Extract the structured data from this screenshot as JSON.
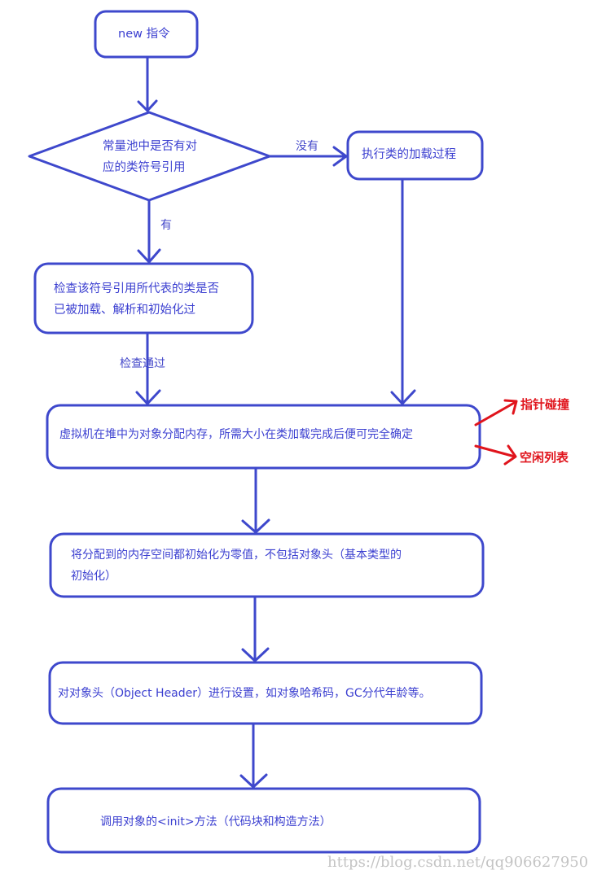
{
  "colors": {
    "stroke": "#3e48cc",
    "text": "#3b3fd0",
    "annotation": "#e0141c",
    "watermark": "#c4c4c4"
  },
  "nodes": {
    "start": {
      "label": "new 指令"
    },
    "decision": {
      "lines": [
        "常量池中是否有对",
        "应的类符号引用"
      ]
    },
    "load_class": {
      "label": "执行类的加载过程"
    },
    "check_loaded": {
      "lines": [
        "检查该符号引用所代表的类是否",
        "已被加载、解析和初始化过"
      ]
    },
    "allocate": {
      "label": "虚拟机在堆中为对象分配内存，所需大小在类加载完成后便可完全确定"
    },
    "zero_init": {
      "lines": [
        "将分配到的内存空间都初始化为零值，不包括对象头（基本类型的",
        "初始化）"
      ]
    },
    "set_header": {
      "label": "对对象头（Object Header）进行设置，如对象哈希码，GC分代年龄等。"
    },
    "invoke_init": {
      "label": "调用对象的<init>方法（代码块和构造方法）"
    }
  },
  "edges": {
    "no_label": "没有",
    "yes_label": "有",
    "check_passed_label": "检查通过"
  },
  "annotations": {
    "pointer_bump": "指针碰撞",
    "free_list": "空闲列表"
  },
  "watermark": "https://blog.csdn.net/qq906627950"
}
